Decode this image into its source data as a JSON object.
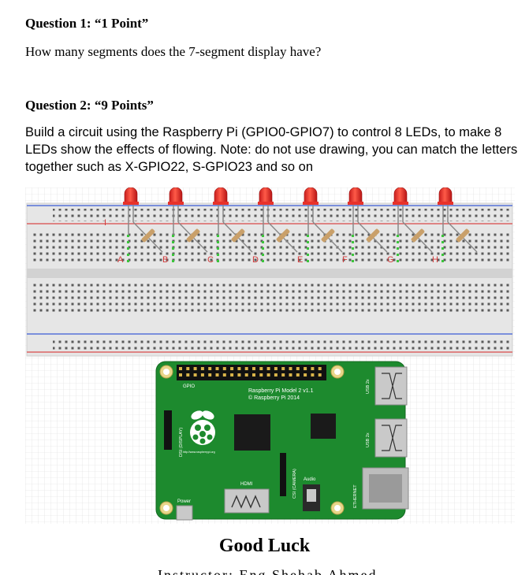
{
  "q1": {
    "title": "Question 1: “1 Point”",
    "text": "How many segments does the 7-segment display have?"
  },
  "q2": {
    "title": "Question 2: “9 Points”",
    "text": "Build a circuit using the Raspberry Pi (GPIO0-GPIO7) to control 8 LEDs, to make 8 LEDs show the effects of flowing. Note: do not use drawing, you can match the letters together such as X-GPIO22, S-GPIO23 and so on"
  },
  "figure": {
    "led_labels": [
      "A",
      "B",
      "C",
      "D",
      "E",
      "F",
      "G",
      "H"
    ],
    "breadboard_marker": "I",
    "pi": {
      "gpio_label": "GPIO",
      "model_line1": "Raspberry Pi Model 2 v1.1",
      "model_line2": "© Raspberry Pi 2014",
      "usb1": "USB 2x",
      "usb2": "USB 2x",
      "ethernet": "ETHERNET",
      "hdmi": "HDMI",
      "audio": "Audio",
      "power": "Power",
      "dsi": "DSI (DISPLAY)",
      "csi": "CSI (CAMERA)",
      "url": "http://www.raspberrypi.org"
    },
    "colors": {
      "led_red": "#e8322a",
      "board_green": "#1d8a2e",
      "breadboard": "#e6e6e6",
      "rail_red": "#d94a4a",
      "rail_blue": "#3b5bd6"
    }
  },
  "footer": {
    "text": "Good Luck",
    "cut_text": "Instructor: Eng Shehab Ahmed"
  }
}
